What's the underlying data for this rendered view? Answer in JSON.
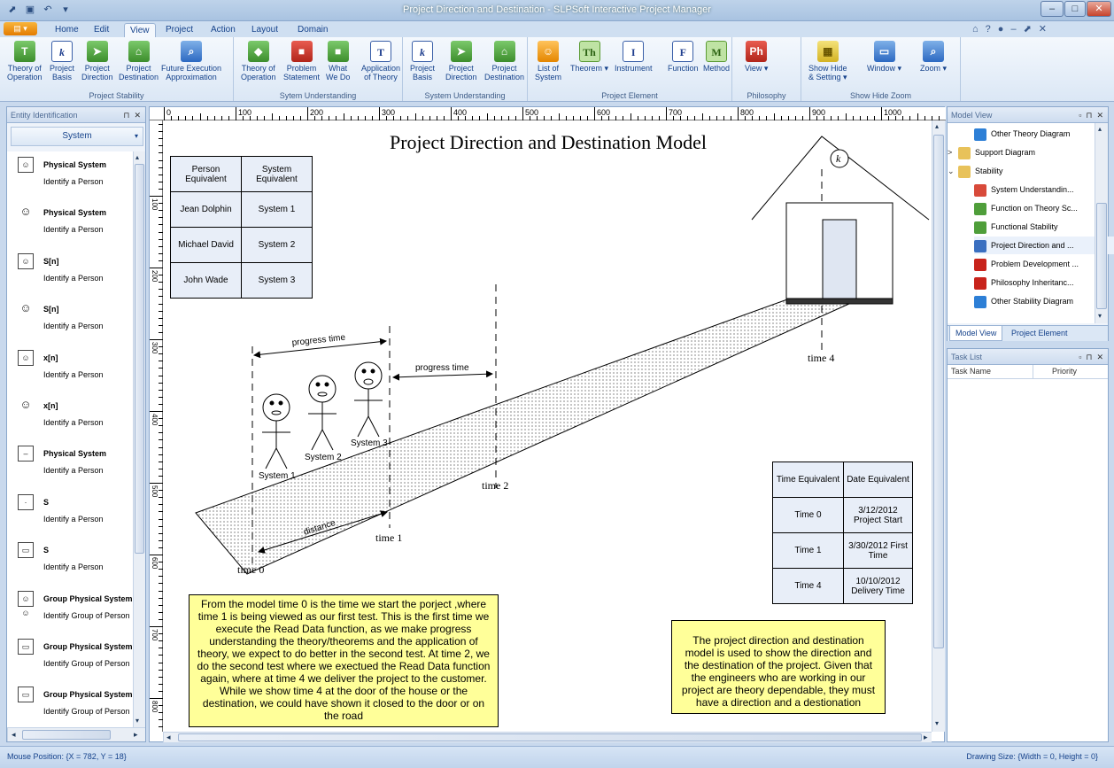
{
  "window": {
    "title": "Project Direction and Destination - SLPSoft Interactive Project Manager",
    "minimize": "–",
    "maximize": "□",
    "close": "✕"
  },
  "menu": {
    "app": "▤ ▾",
    "tabs": [
      "Home",
      "Edit",
      "View",
      "Project",
      "Action",
      "Layout",
      "Domain"
    ],
    "selected": "View",
    "right_icons": [
      "⌂",
      "?",
      "●",
      "–",
      "⬈",
      "✕"
    ]
  },
  "ribbon": {
    "groups": [
      {
        "label": "Project Stability",
        "buttons": [
          {
            "l1": "Theory of",
            "l2": "Operation",
            "icon": "T"
          },
          {
            "l1": "Project",
            "l2": "Basis",
            "icon": "k"
          },
          {
            "l1": "Project",
            "l2": "Direction",
            "icon": "➤"
          },
          {
            "l1": "Project",
            "l2": "Destination",
            "icon": "⌂"
          },
          {
            "l1": "Future Execution",
            "l2": "Approximation",
            "icon": "⌕"
          }
        ]
      },
      {
        "label": "Sytem Understanding",
        "buttons": [
          {
            "l1": "Theory of",
            "l2": "Operation",
            "icon": "◆"
          },
          {
            "l1": "Problem",
            "l2": "Statement",
            "icon": "■"
          },
          {
            "l1": "What",
            "l2": "We Do",
            "icon": "■"
          },
          {
            "l1": "Application",
            "l2": "of Theory",
            "icon": "T"
          }
        ]
      },
      {
        "label": "System Understanding",
        "buttons": [
          {
            "l1": "Project",
            "l2": "Basis",
            "icon": "k"
          },
          {
            "l1": "Project",
            "l2": "Direction",
            "icon": "➤"
          },
          {
            "l1": "Project",
            "l2": "Destination",
            "icon": "⌂"
          }
        ]
      },
      {
        "label": "Project Element",
        "buttons": [
          {
            "l1": "List of",
            "l2": "System",
            "icon": "☺"
          },
          {
            "l1": "Theorem ▾",
            "l2": "",
            "icon": "Th"
          },
          {
            "l1": "Instrument",
            "l2": "",
            "icon": "I"
          },
          {
            "l1": "Function",
            "l2": "",
            "icon": "F"
          },
          {
            "l1": "Method",
            "l2": "",
            "icon": "M"
          }
        ]
      },
      {
        "label": "Philosophy",
        "buttons": [
          {
            "l1": "View ▾",
            "l2": "",
            "icon": "Ph"
          }
        ]
      },
      {
        "label": "Show Hide Zoom",
        "buttons": [
          {
            "l1": "Show Hide",
            "l2": "& Setting ▾",
            "icon": "▦"
          },
          {
            "l1": "Window ▾",
            "l2": "",
            "icon": "▭"
          },
          {
            "l1": "Zoom ▾",
            "l2": "",
            "icon": "⌕"
          }
        ]
      }
    ]
  },
  "left_pane": {
    "title": "Entity Identification",
    "pin": "⊓",
    "close": "✕",
    "combo": "System",
    "combo_arrow": "▾",
    "items": [
      {
        "title": "Physical System",
        "sub": "Identify a Person",
        "icon": "☺"
      },
      {
        "title": "Physical System",
        "sub": "Identify a Person",
        "icon": "☺"
      },
      {
        "title": "S[n]",
        "sub": "Identify a Person",
        "icon": "☺"
      },
      {
        "title": "S[n]",
        "sub": "Identify a Person",
        "icon": "☺"
      },
      {
        "title": "x[n]",
        "sub": "Identify a Person",
        "icon": "☺"
      },
      {
        "title": "x[n]",
        "sub": "Identify a Person",
        "icon": "☺"
      },
      {
        "title": "Physical System",
        "sub": "Identify a Person",
        "icon": "–"
      },
      {
        "title": "S",
        "sub": "Identify a Person",
        "icon": "·"
      },
      {
        "title": "S",
        "sub": "Identify a Person",
        "icon": "▭"
      },
      {
        "title": "Group Physical System",
        "sub": "Identify Group of Person",
        "icon": "☺☺"
      },
      {
        "title": "Group Physical System",
        "sub": "Identify Group of Person",
        "icon": "▭"
      },
      {
        "title": "Group Physical System",
        "sub": "Identify Group of Person",
        "icon": "▭"
      }
    ]
  },
  "ruler": {
    "h": [
      "0",
      "100",
      "200",
      "300",
      "400",
      "500",
      "600",
      "700",
      "800",
      "900",
      "1000"
    ],
    "v": [
      "100",
      "200",
      "300",
      "400",
      "500",
      "600",
      "700",
      "800"
    ]
  },
  "diagram": {
    "title": "Project Direction and Destination Model",
    "person_table": {
      "headers": [
        "Person Equivalent",
        "System Equivalent"
      ],
      "rows": [
        [
          "Jean Dolphin",
          "System 1"
        ],
        [
          "Michael David",
          "System 2"
        ],
        [
          "John Wade",
          "System 3"
        ]
      ]
    },
    "time_table": {
      "headers": [
        "Time Equivalent",
        "Date Equivalent"
      ],
      "rows": [
        [
          "Time 0",
          "3/12/2012 Project Start"
        ],
        [
          "Time 1",
          "3/30/2012 First Time"
        ],
        [
          "Time 4",
          "10/10/2012 Delivery Time"
        ]
      ]
    },
    "labels": {
      "progress1": "progress time",
      "progress2": "progress time",
      "distance": "distance",
      "time0": "time 0",
      "time1": "time 1",
      "time2": "time 2",
      "time4": "time 4",
      "sys1": "System 1",
      "sys2": "System 2",
      "sys3": "System 3",
      "k": "k"
    },
    "note_left": "From the model time 0 is the time we start the porject ,where time 1 is being viewed as our first test.  This is the first time we execute the Read Data function, as we make progress understanding the theory/theorems and the application of theory, we expect to do better in the second test.  At time 2, we do the second test where we exectued the Read Data function again, where at time 4 we deliver the project to the customer.  While we show time 4 at the door of the house or the destination, we could have shown it closed to the door or on the road",
    "note_right": "The project direction and destination model is used to show the direction and the destination of the project.  Given that the engineers who are working in our project are theory dependable, they must have a direction and a destionation"
  },
  "model_view": {
    "title": "Model View",
    "pin": "⊓",
    "close": "✕",
    "items": [
      {
        "label": "Other Theory Diagram",
        "indent": 1,
        "color": "#2d7fd6"
      },
      {
        "label": "Support Diagram",
        "indent": 0,
        "color": "#e8c25a",
        "exp": ">"
      },
      {
        "label": "Stability",
        "indent": 0,
        "color": "#e8c25a",
        "exp": "⌄"
      },
      {
        "label": "System Understandin...",
        "indent": 1,
        "color": "#d84a3a"
      },
      {
        "label": "Function on Theory Sc...",
        "indent": 1,
        "color": "#4f9e3a"
      },
      {
        "label": "Functional Stability",
        "indent": 1,
        "color": "#4f9e3a"
      },
      {
        "label": "Project Direction and ...",
        "indent": 1,
        "color": "#3a6fc0"
      },
      {
        "label": "Problem Development ...",
        "indent": 1,
        "color": "#c8231b"
      },
      {
        "label": "Philosophy Inheritanc...",
        "indent": 1,
        "color": "#c8231b"
      },
      {
        "label": "Other Stability Diagram",
        "indent": 1,
        "color": "#2d7fd6"
      }
    ],
    "tabs": [
      "Model View",
      "Project Element"
    ]
  },
  "task_list": {
    "title": "Task List",
    "pin": "⊓",
    "close": "✕",
    "cols": [
      "Task Name",
      "Priority"
    ]
  },
  "status": {
    "left": "Mouse Position: {X = 782, Y = 18}",
    "right": "Drawing Size: {Width = 0, Height = 0}"
  }
}
